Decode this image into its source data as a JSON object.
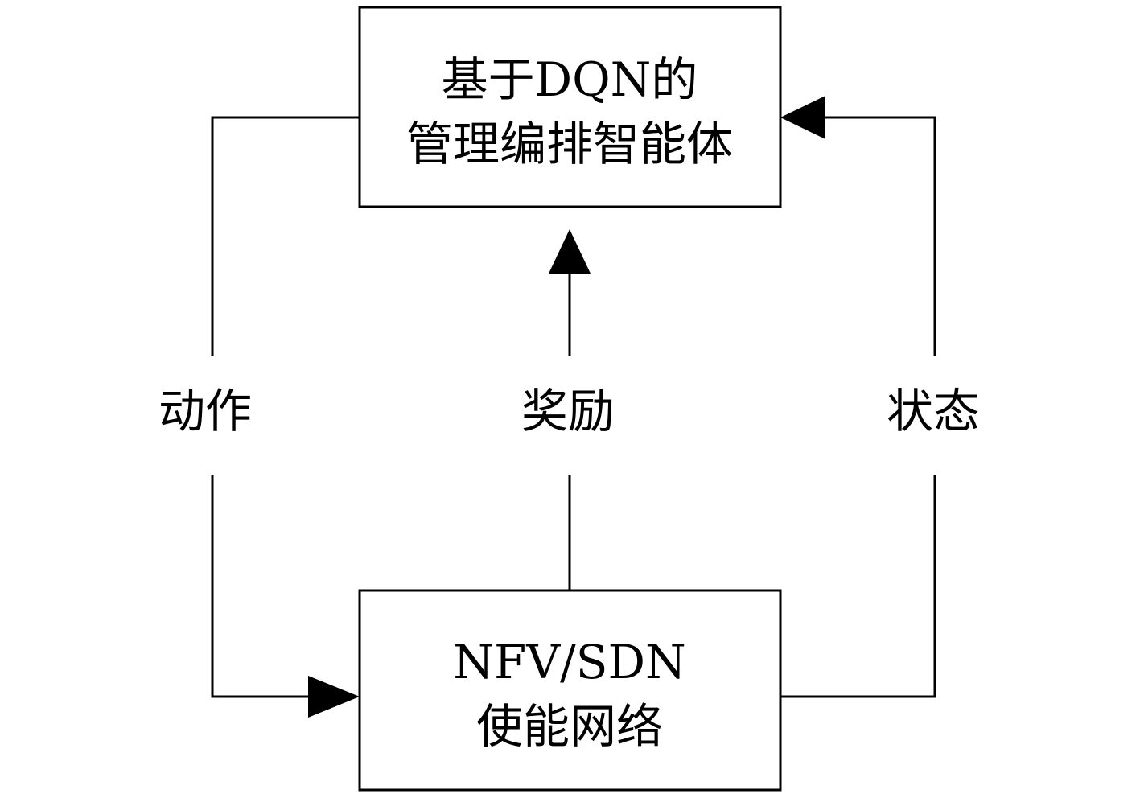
{
  "agent_box": {
    "line1": "基于DQN的",
    "line2": "管理编排智能体"
  },
  "network_box": {
    "line1": "NFV/SDN",
    "line2": "使能网络"
  },
  "edges": {
    "action_label": "动作",
    "reward_label": "奖励",
    "state_label": "状态"
  },
  "colors": {
    "stroke": "#000000",
    "background": "#ffffff"
  }
}
